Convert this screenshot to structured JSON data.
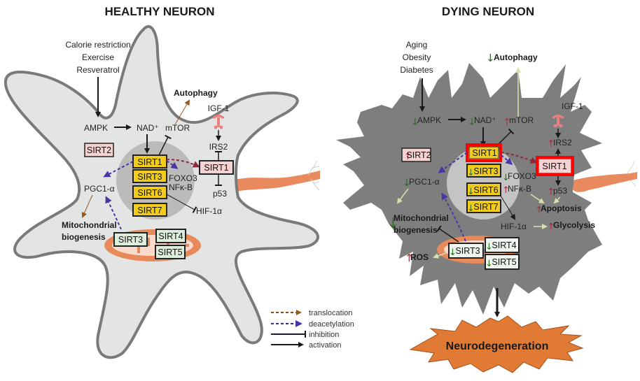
{
  "panels": {
    "healthy": {
      "title": "HEALTHY NEURON",
      "inputs": [
        "Calorie restriction",
        "Exercise",
        "Resveratrol"
      ],
      "labels": {
        "ampk": "AMPK",
        "nad": "NAD⁺",
        "mtor": "mTOR",
        "autophagy": "Autophagy",
        "igf1": "IGF-1",
        "irs2": "IRS2",
        "p53": "p53",
        "foxo3": "FOXO3",
        "nfkb": "NFκ-B",
        "hif1a": "HIF-1α",
        "pgc1a": "PGC1-α",
        "mito_bio_1": "Mitochondrial",
        "mito_bio_2": "biogenesis"
      },
      "sirtuins": {
        "sirt2": "SIRT2",
        "sirt1_nuc": "SIRT1",
        "sirt3_nuc": "SIRT3",
        "sirt6": "SIRT6",
        "sirt7": "SIRT7",
        "sirt1_cyto": "SIRT1",
        "sirt3_mito": "SIRT3",
        "sirt4": "SIRT4",
        "sirt5": "SIRT5"
      }
    },
    "dying": {
      "title": "DYING NEURON",
      "inputs": [
        "Aging",
        "Obesity",
        "Diabetes"
      ],
      "labels": {
        "ampk": "AMPK",
        "nad": "NAD⁺",
        "mtor": "mTOR",
        "autophagy": "Autophagy",
        "igf1": "IGF-1",
        "irs2": "IRS2",
        "p53": "p53",
        "foxo3": "FOXO3",
        "nfkb": "NFκ-B",
        "hif1a": "HIF-1α",
        "pgc1a": "PGC1-α",
        "mito_bio_1": "Mitochondrial",
        "mito_bio_2": "biogenesis",
        "apoptosis": "Apoptosis",
        "glycolysis": "Glycolysis",
        "ros": "ROS"
      },
      "sirtuins": {
        "sirt2": "SIRT2",
        "sirt1_nuc": "SIRT1",
        "sirt3_nuc": "SIRT3",
        "sirt6": "SIRT6",
        "sirt7": "SIRT7",
        "sirt1_cyto": "SIRT1",
        "sirt3_mito": "SIRT3",
        "sirt4": "SIRT4",
        "sirt5": "SIRT5"
      },
      "outcome": "Neurodegeneration"
    }
  },
  "legend": [
    {
      "label": "translocation",
      "style": "dashed-arrow",
      "color": "#8b4a1c"
    },
    {
      "label": "deacetylation",
      "style": "dashed-arrow",
      "color": "#3a2a8c"
    },
    {
      "label": "inhibition",
      "style": "t-bar",
      "color": "#1a1a33"
    },
    {
      "label": "activation",
      "style": "arrow",
      "color": "#1a1a1a"
    }
  ],
  "colors": {
    "healthy_cell": "#e3e4e4",
    "cell_outline": "#7a7a7a",
    "dying_cell": "#7f7e7e",
    "nucleus_healthy": "#bdbaba",
    "nucleus_dying": "#c4c4c4",
    "sirt_nuclear": "#f2cc1c",
    "sirt_cyto": "#f6d2d2",
    "sirt_mito": "#ddeedd",
    "mito": "#e8895a",
    "highlight": "#ff0000",
    "up_arrow": "#a83040",
    "down_arrow": "#2e6b22",
    "effect_arrow": "#d7e0a8",
    "neuro_burst": "#e07a34"
  },
  "arrow_indicators": {
    "down": "↓",
    "up": "↑"
  }
}
